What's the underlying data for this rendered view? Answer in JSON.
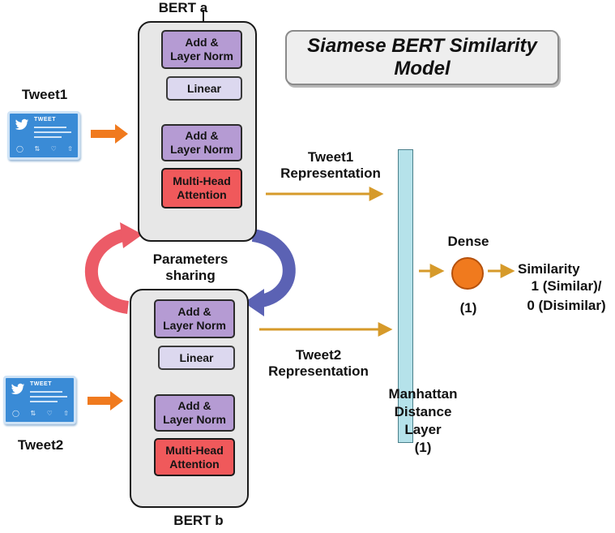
{
  "title": {
    "line1": "Siamese BERT Similarity",
    "line2": "Model"
  },
  "bert_a": {
    "label": "BERT a",
    "add_norm_top": {
      "line1": "Add &",
      "line2": "Layer Norm"
    },
    "linear": "Linear",
    "add_norm_bottom": {
      "line1": "Add &",
      "line2": "Layer Norm"
    },
    "mha": {
      "line1": "Multi-Head",
      "line2": "Attention"
    }
  },
  "bert_b": {
    "label": "BERT b",
    "add_norm_top": {
      "line1": "Add &",
      "line2": "Layer Norm"
    },
    "linear": "Linear",
    "add_norm_bottom": {
      "line1": "Add &",
      "line2": "Layer Norm"
    },
    "mha": {
      "line1": "Multi-Head",
      "line2": "Attention"
    }
  },
  "tweet1": {
    "label": "Tweet1",
    "card_word": "TWEET"
  },
  "tweet2": {
    "label": "Tweet2",
    "card_word": "TWEET"
  },
  "parameters_sharing": {
    "line1": "Parameters",
    "line2": "sharing"
  },
  "tweet1_representation": {
    "line1": "Tweet1",
    "line2": "Representation"
  },
  "tweet2_representation": {
    "line1": "Tweet2",
    "line2": "Representation"
  },
  "manhattan": {
    "line1": "Manhattan",
    "line2": "Distance",
    "line3": "Layer",
    "line4": "(1)"
  },
  "dense": {
    "label": "Dense",
    "units": "(1)"
  },
  "similarity": {
    "line1": "Similarity",
    "line2": "1 (Similar)/",
    "line3": "0 (Disimilar)"
  },
  "colors": {
    "add_norm": "#b59bd3",
    "linear": "#dcd8ef",
    "mha": "#f0595b",
    "block_bg": "#e7e7e7",
    "tweet_card": "#3a8bd6",
    "input_arrow": "#f07a1e",
    "flow_arrow": "#d69a2a",
    "share_arrow_left": "#ec5b67",
    "share_arrow_right": "#5b62b4",
    "manhattan_bar": "#b5e2ea",
    "dense_node": "#f07a1e"
  }
}
